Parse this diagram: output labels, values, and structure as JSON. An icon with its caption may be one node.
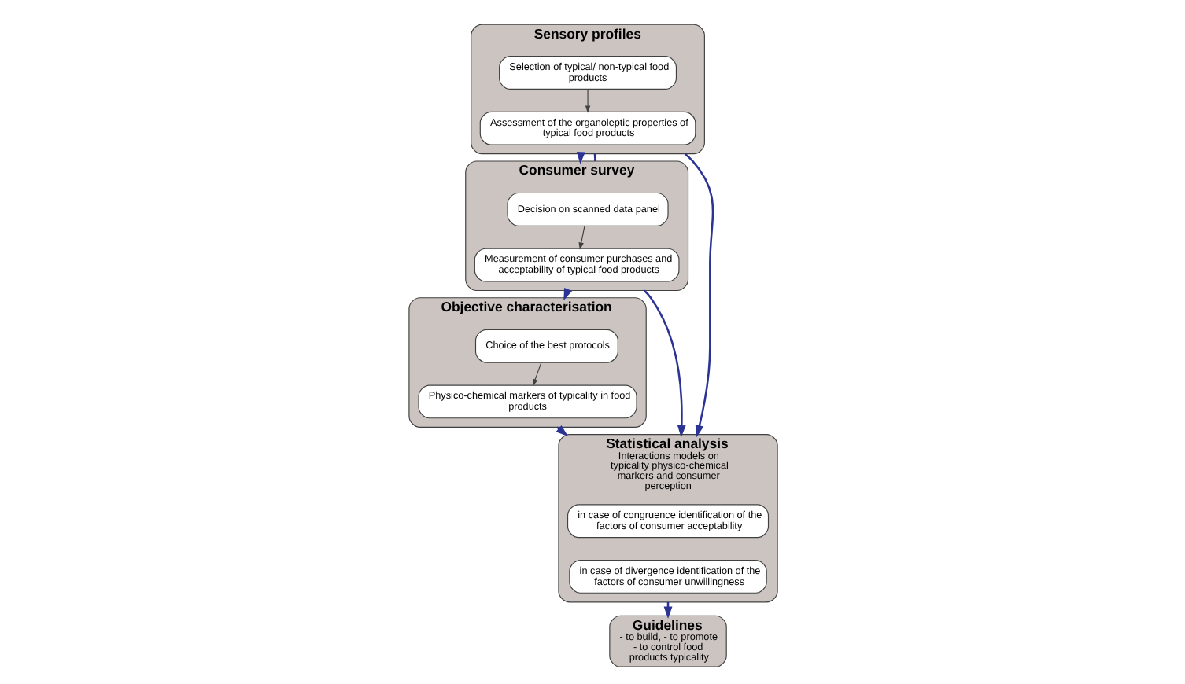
{
  "diagram": {
    "nodes": [
      {
        "text": [
          "Sensory profiles"
        ]
      },
      {
        "text": [
          "Selection of typical/ non-typical food products"
        ],
        "in": 0
      },
      {
        "text": [
          "Assessment of the organoleptic properties of typical food products"
        ],
        "in": 0
      },
      {
        "text": [
          "Consumer survey"
        ]
      },
      {
        "text": [
          "Decision on scanned data panel"
        ],
        "in": 3
      },
      {
        "text": [
          "Measurement of consumer purchases and acceptability of typical food products"
        ],
        "in": 3
      },
      {
        "text": [
          "Objective characterisation"
        ]
      },
      {
        "text": [
          "Choice of the best protocols"
        ],
        "in": 6
      },
      {
        "text": [
          "Physico-chemical markers of typicality in food products"
        ],
        "in": 6
      },
      {
        "text": [
          "Statistical analysis",
          "Interactions models on typicality physico-chemical markers and consumer perception"
        ]
      },
      {
        "text": [
          "in case of congruence identification of the factors of consumer acceptability"
        ],
        "in": 9
      },
      {
        "text": [
          "in case of divergence identification of the factors of consumer unwillingness"
        ],
        "in": 9
      },
      {
        "text": [
          "Guidelines",
          "- to build, - to promote - to control food products typicality"
        ]
      }
    ],
    "edges": [
      {
        "from": 1,
        "to": 2,
        "arrow": "to",
        "color": "#404040"
      },
      {
        "from": 4,
        "to": 5,
        "arrow": "to",
        "color": "#404040"
      },
      {
        "from": 7,
        "to": 8,
        "arrow": "to",
        "color": "#404040"
      },
      {
        "from": 0,
        "to": 3,
        "arrow": "to"
      },
      {
        "from": 0,
        "to": 3,
        "arrow": "none"
      },
      {
        "from": 3,
        "to": 6,
        "arrow": "to"
      },
      {
        "from": 0,
        "to": 9,
        "arrow": "to"
      },
      {
        "from": 3,
        "to": 9,
        "arrow": "to"
      },
      {
        "from": 6,
        "to": 9,
        "arrow": "to"
      },
      {
        "from": 9,
        "to": 12,
        "arrow": "to"
      }
    ]
  }
}
